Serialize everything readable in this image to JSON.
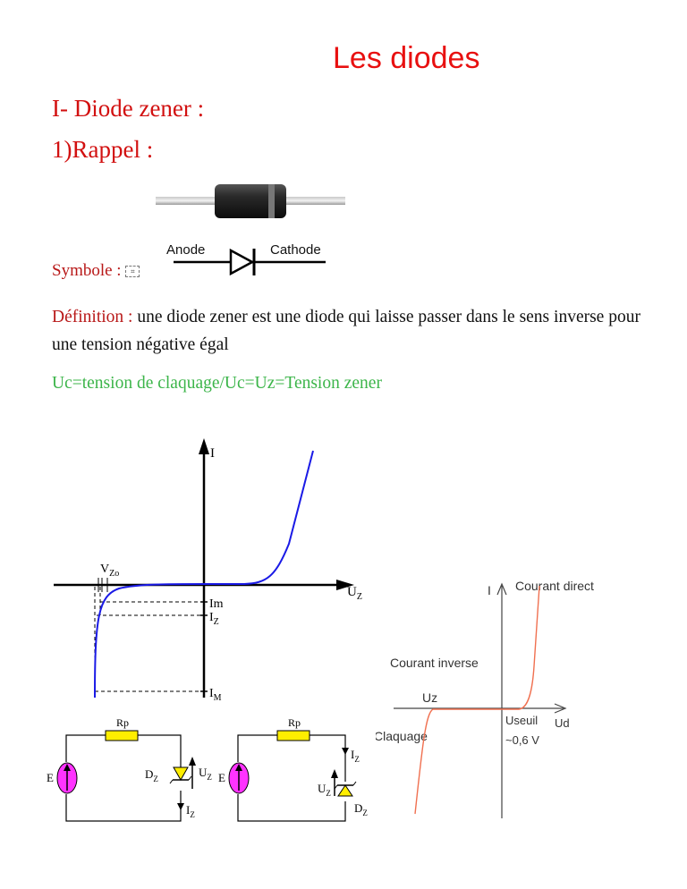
{
  "page": {
    "title": "Les diodes",
    "heading1": "I- Diode zener :",
    "heading2": "1)Rappel :",
    "symbol_label": "Symbole :",
    "symbol_anode": "Anode",
    "symbol_cathode": "Cathode",
    "definition_label": "Définition :",
    "definition_text": "une diode zener est une diode qui laisse passer dans le sens inverse pour une tension négative égal",
    "formula": "Uc=tension de claquage/Uc=Uz=Tension zener"
  },
  "figure1": {
    "axis_y": "I",
    "axis_x": "U",
    "axis_x_sub": "Z",
    "vzo": "V",
    "vzo_sub": "Zo",
    "im": "Im",
    "iz": "I",
    "iz_sub": "Z",
    "imax": "I",
    "imax_sub": "M",
    "curve_color": "#1a1ae6"
  },
  "figure2": {
    "axis_y": "I",
    "axis_x": "Ud",
    "direct": "Courant direct",
    "inverse": "Courant inverse",
    "uz": "Uz",
    "claquage": "Claquage",
    "useuil": "Useuil",
    "useuil_value": "~0,6 V",
    "curve_color": "#f07050"
  },
  "circuit1": {
    "resistor": "Rp",
    "source": "E",
    "diode": "D",
    "diode_sub": "Z",
    "voltage": "U",
    "voltage_sub": "Z",
    "current": "I",
    "current_sub": "Z"
  },
  "circuit2": {
    "resistor": "Rp",
    "source": "E",
    "diode": "D",
    "diode_sub": "Z",
    "voltage": "U",
    "voltage_sub": "Z",
    "current": "I",
    "current_sub": "Z"
  },
  "colors": {
    "heading_red": "#d21010",
    "label_red": "#b81818",
    "formula_green": "#3cb54a",
    "source_fill": "#ff33ff",
    "resistor_fill": "#ffee00",
    "zener_fill": "#ffee00"
  }
}
